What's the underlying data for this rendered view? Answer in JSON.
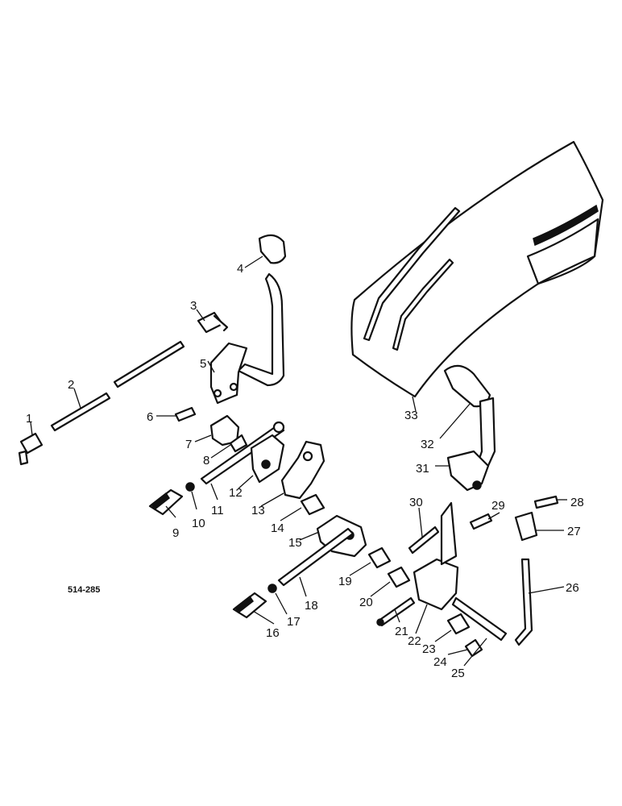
{
  "figure_code": "514-285",
  "callouts": [
    "1",
    "2",
    "3",
    "4",
    "5",
    "6",
    "7",
    "8",
    "9",
    "10",
    "11",
    "12",
    "13",
    "14",
    "15",
    "16",
    "17",
    "18",
    "19",
    "20",
    "21",
    "22",
    "23",
    "24",
    "25",
    "26",
    "27",
    "28",
    "29",
    "30",
    "31",
    "32",
    "33"
  ],
  "colors": {
    "ink": "#111111",
    "paper": "#ffffff"
  }
}
